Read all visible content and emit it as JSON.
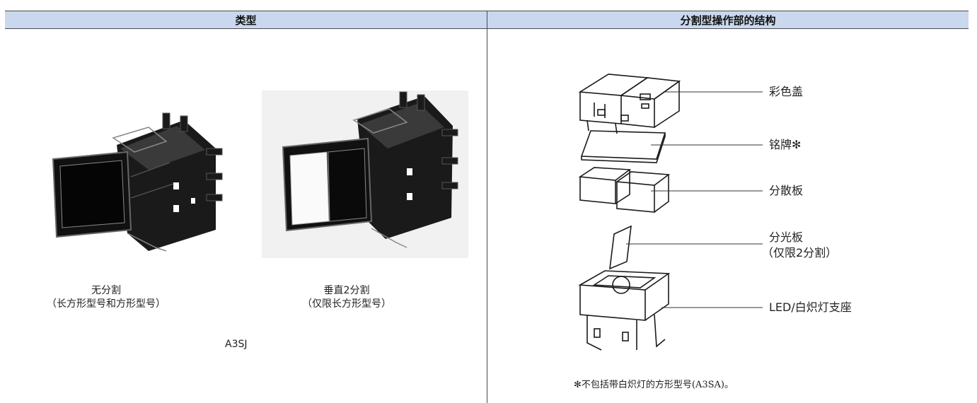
{
  "headers": {
    "types": "类型",
    "structure": "分割型操作部的结构"
  },
  "types": {
    "items": [
      {
        "name": "无分割",
        "detail": "（长方形型号和方形型号）"
      },
      {
        "name": "垂直2分割",
        "detail": "（仅限长方形型号）"
      }
    ],
    "model": "A3SJ"
  },
  "structure": {
    "parts": [
      {
        "label": "彩色盖"
      },
      {
        "label": "铭牌✻"
      },
      {
        "label": "分散板"
      },
      {
        "label": "分光板",
        "sublabel": "（仅限2分割）"
      },
      {
        "label": "LED/白炽灯支座"
      }
    ],
    "note": "✻不包括带白炽灯的方形型号(A3SA)。"
  },
  "colors": {
    "header_bg": "#c9d8ee",
    "rule": "#4a4a4a"
  }
}
